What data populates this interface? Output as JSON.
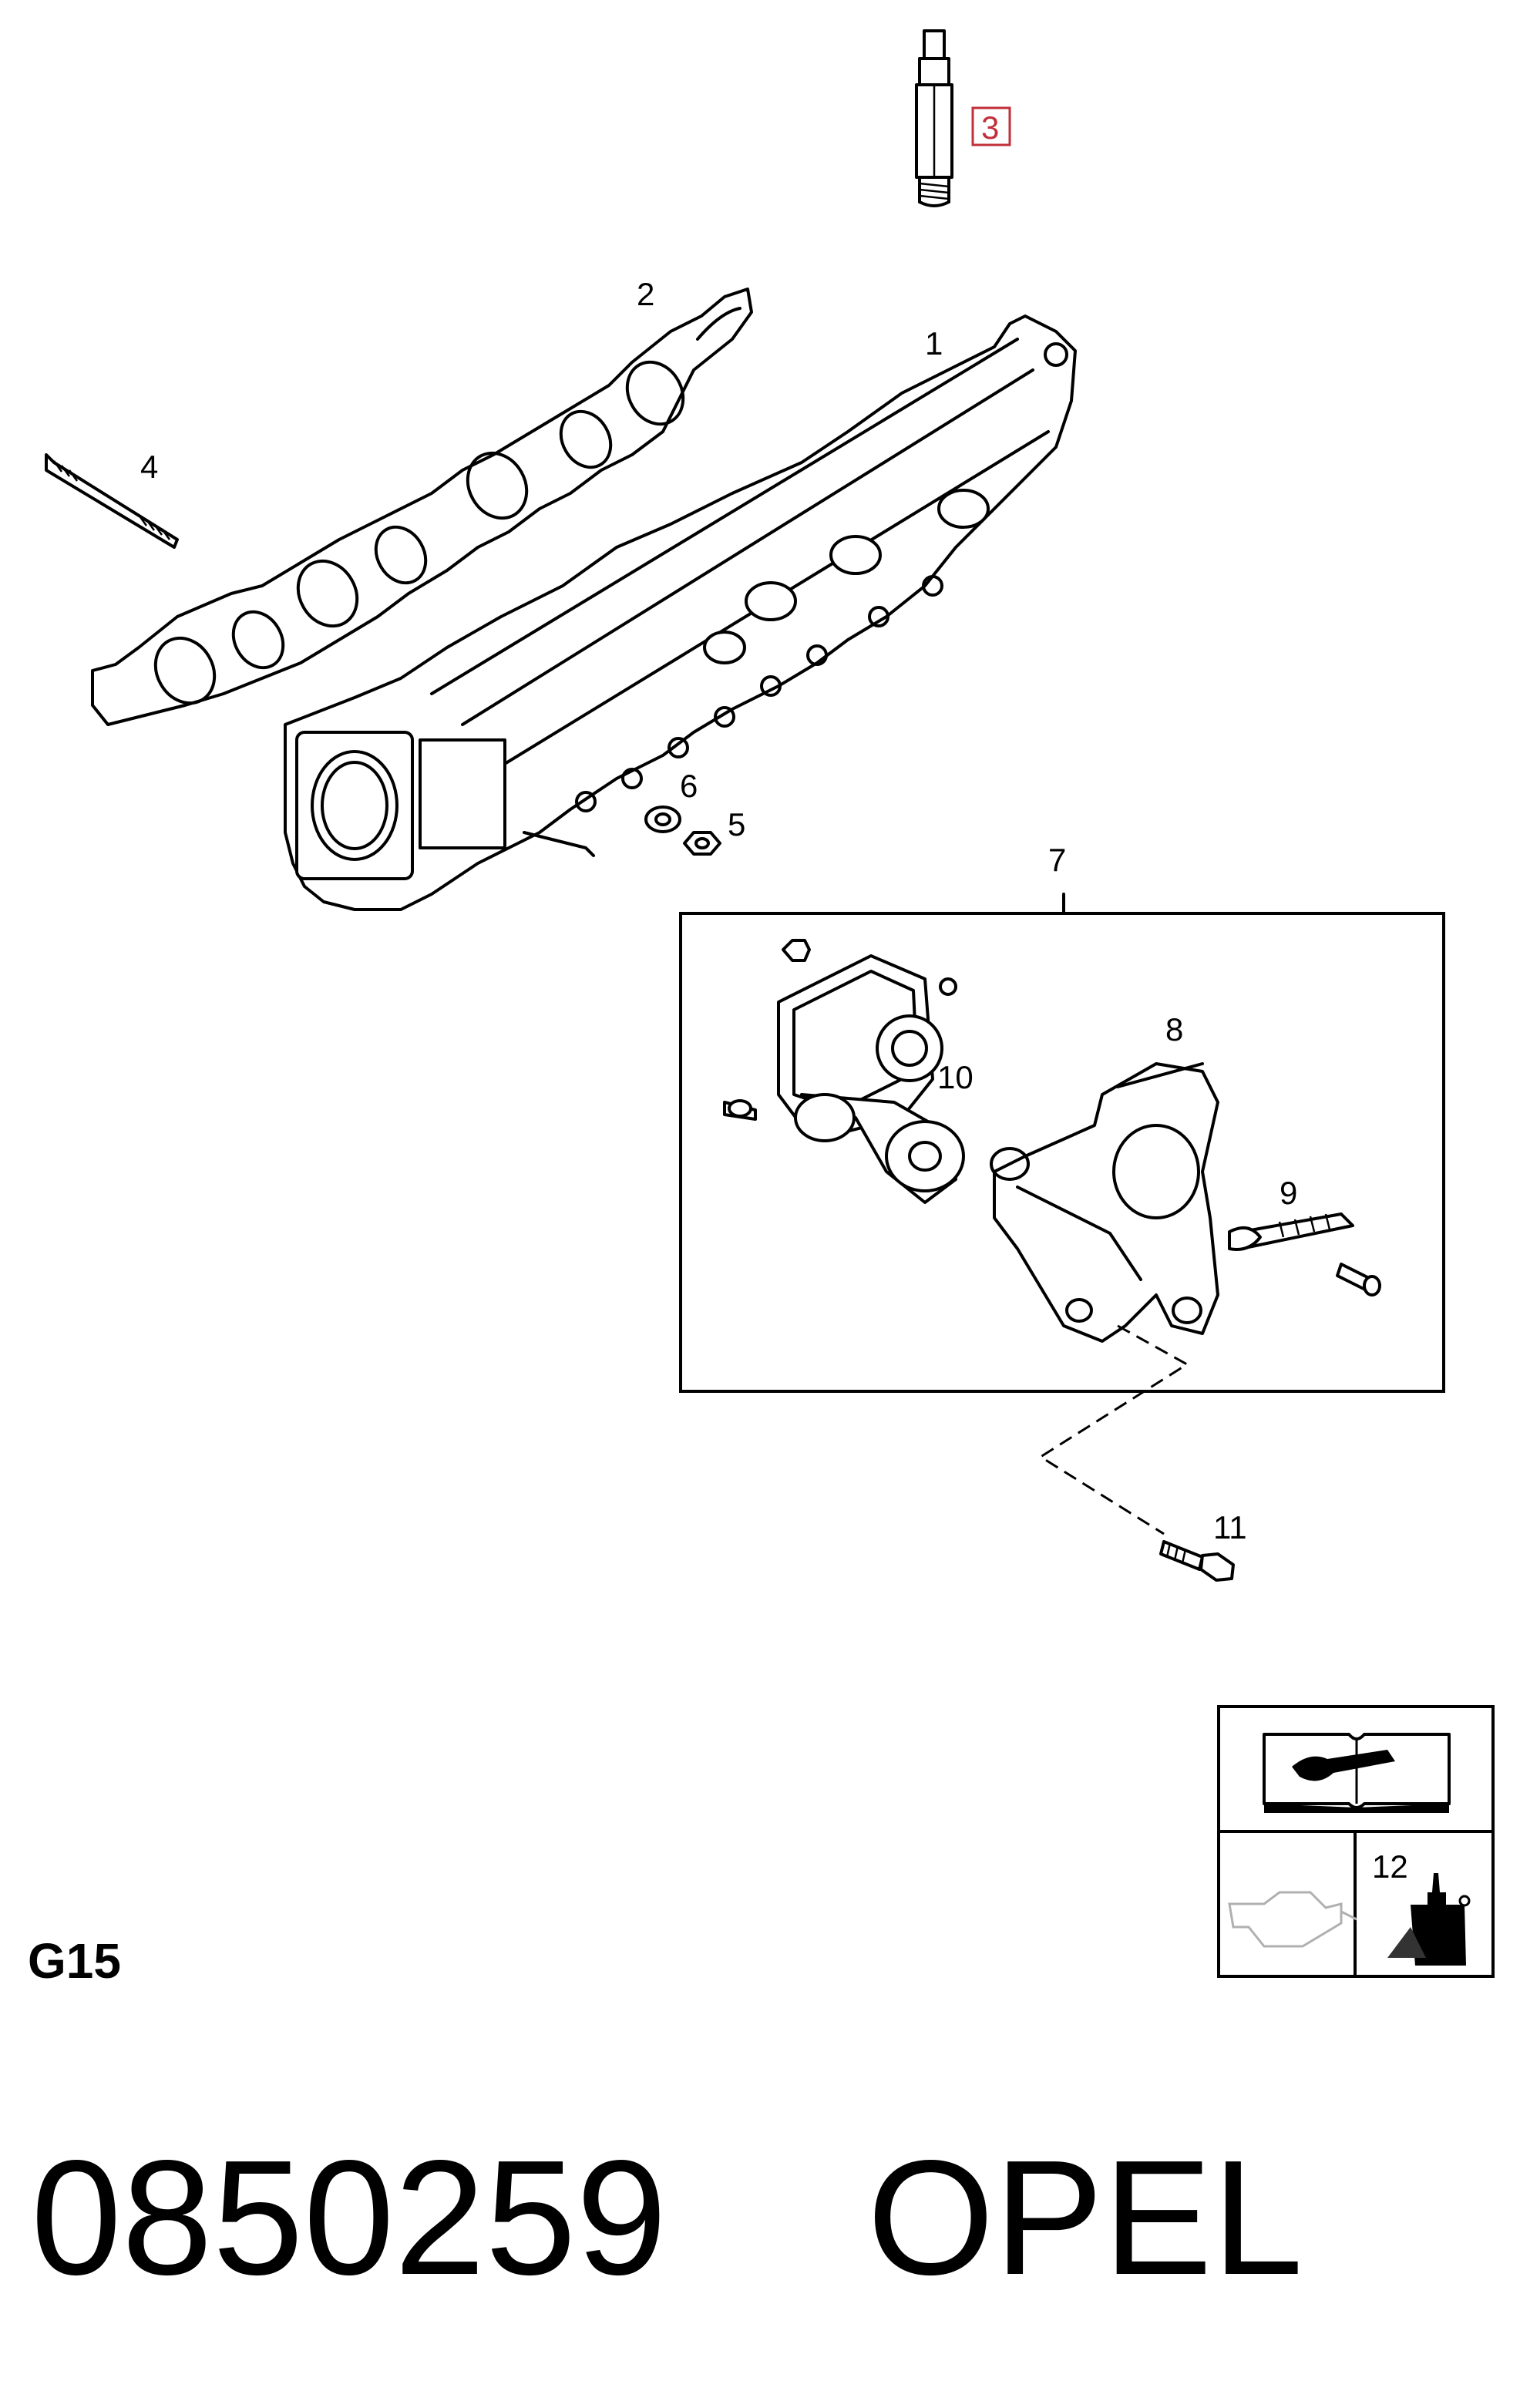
{
  "diagram": {
    "callouts": [
      {
        "id": "1",
        "label": "1"
      },
      {
        "id": "2",
        "label": "2"
      },
      {
        "id": "3",
        "label": "3",
        "highlighted": true
      },
      {
        "id": "4",
        "label": "4"
      },
      {
        "id": "5",
        "label": "5"
      },
      {
        "id": "6",
        "label": "6"
      },
      {
        "id": "7",
        "label": "7"
      },
      {
        "id": "8",
        "label": "8"
      },
      {
        "id": "9",
        "label": "9"
      },
      {
        "id": "10",
        "label": "10"
      },
      {
        "id": "11",
        "label": "11"
      },
      {
        "id": "12",
        "label": "12"
      }
    ],
    "highlight_color": "#c0303a",
    "icons": [
      "manual-wrench-icon",
      "oil-can-icon",
      "sealant-bottle-icon"
    ]
  },
  "section_code": "G15",
  "footer": {
    "part_number": "0850259",
    "brand": "OPEL"
  }
}
